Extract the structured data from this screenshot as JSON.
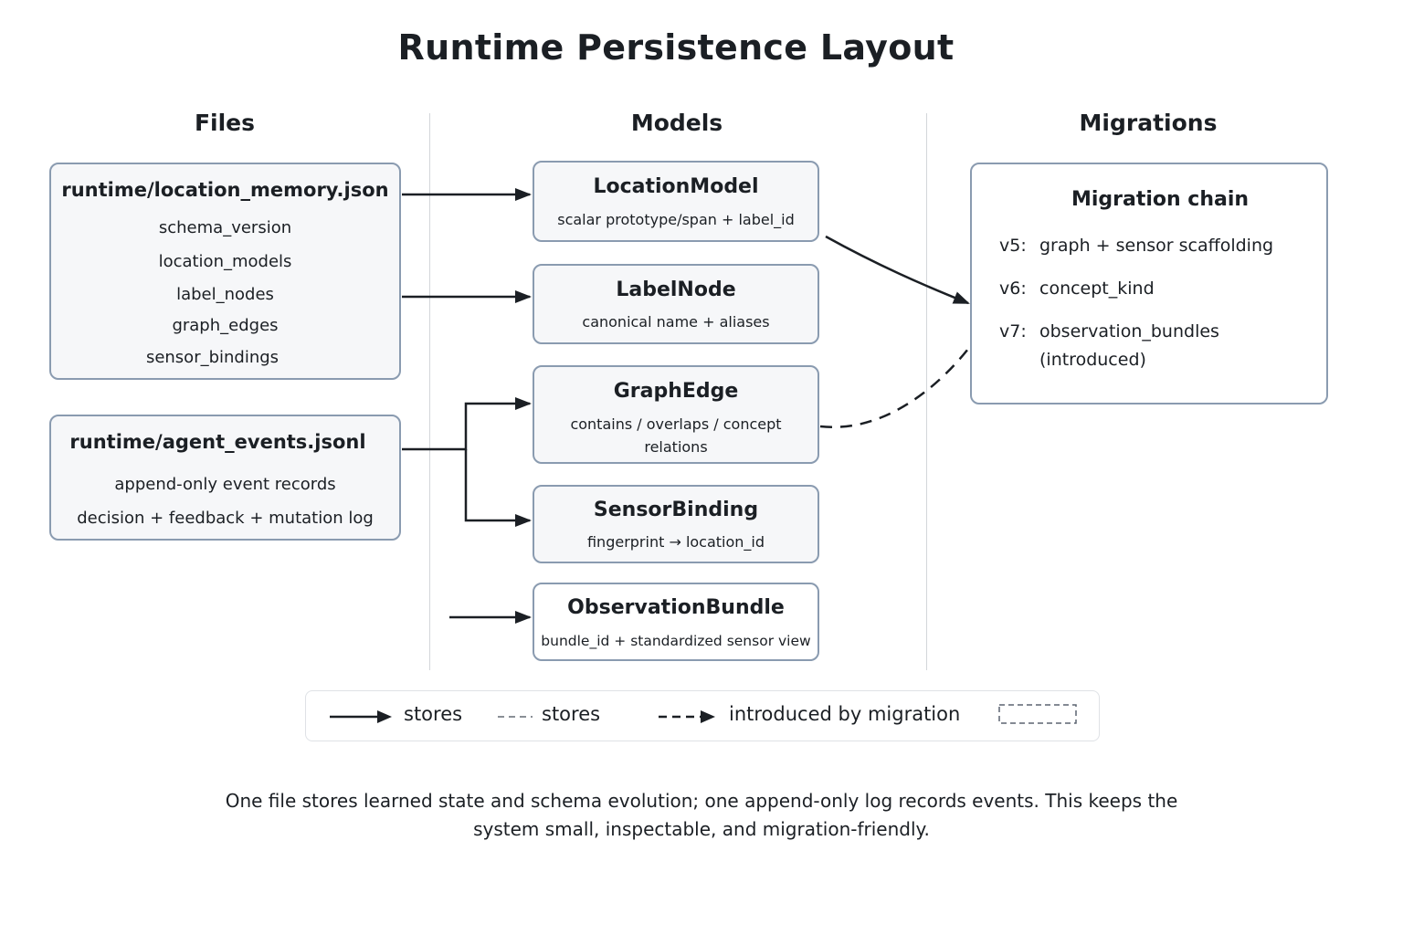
{
  "title": "Runtime Persistence Layout",
  "columns": {
    "files": "Files",
    "models": "Models",
    "migrations": "Migrations"
  },
  "files": [
    {
      "name": "runtime/location_memory.json",
      "fields": [
        "schema_version",
        "location_models",
        "label_nodes",
        "graph_edges",
        "sensor_bindings"
      ]
    },
    {
      "name": "runtime/agent_events.jsonl",
      "fields": [
        "append-only event records",
        "decision + feedback + mutation log"
      ]
    }
  ],
  "models": [
    {
      "name": "LocationModel",
      "desc": "scalar prototype/span + label_id"
    },
    {
      "name": "LabelNode",
      "desc": "canonical name + aliases"
    },
    {
      "name": "GraphEdge",
      "desc": "contains / overlaps / concept relations"
    },
    {
      "name": "SensorBinding",
      "desc": "fingerprint → location_id"
    },
    {
      "name": "ObservationBundle",
      "desc": "bundle_id + standardized sensor view"
    }
  ],
  "migration": {
    "title": "Migration chain",
    "steps": [
      {
        "version": "v5:",
        "text": "graph + sensor scaffolding"
      },
      {
        "version": "v6:",
        "text": "concept_kind"
      },
      {
        "version": "v7:",
        "text": "observation_bundles",
        "note": "(introduced)"
      }
    ]
  },
  "legend": {
    "solid": "stores",
    "dashed_gray": "stores",
    "dashed_arrow": "introduced by migration"
  },
  "caption": "One file stores learned state and schema evolution; one append-only log records events. This keeps the system small, inspectable, and migration-friendly.",
  "colors": {
    "border": "#8a9bb0",
    "box_fill": "#f6f7f9",
    "arrow": "#1b1f24",
    "divider": "#d3d6da"
  }
}
